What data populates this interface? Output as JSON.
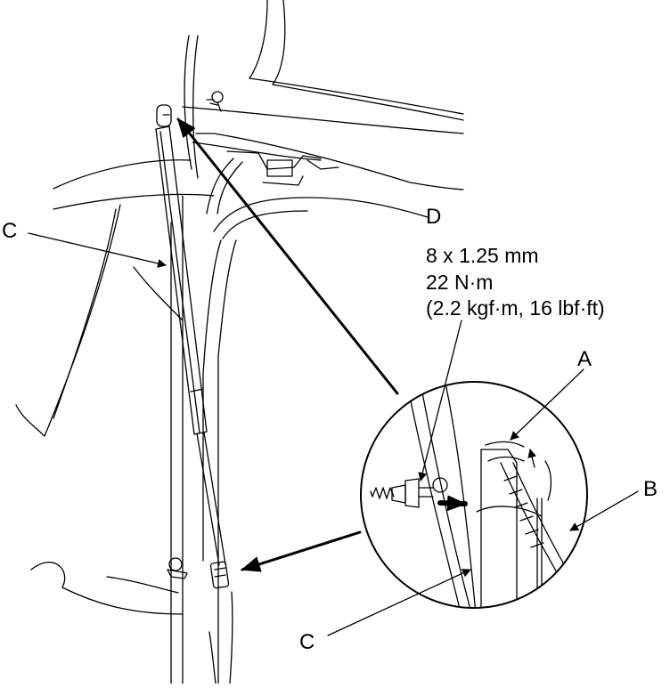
{
  "callouts": {
    "a": "A",
    "b": "B",
    "c_upper": "C",
    "c_lower": "C",
    "d": "D"
  },
  "spec": {
    "bolt_size": "8 x 1.25 mm",
    "torque_nm": "22 N·m",
    "torque_alt": "(2.2 kgf·m, 16 lbf·ft)"
  }
}
